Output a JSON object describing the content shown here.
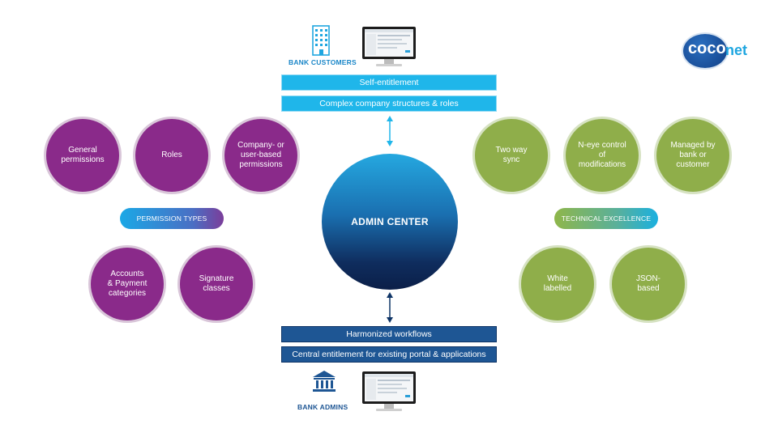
{
  "top": {
    "group_label": "BANK CUSTOMERS",
    "bars": [
      "Self-entitlement",
      "Complex company structures & roles"
    ]
  },
  "bottom": {
    "group_label": "BANK ADMINS",
    "bars": [
      "Harmonized workflows",
      "Central entitlement for existing portal & applications"
    ]
  },
  "center": {
    "label": "ADMIN CENTER"
  },
  "left": {
    "pill": "PERMISSION TYPES",
    "circles_top": [
      "General\npermissions",
      "Roles",
      "Company- or\nuser-based\npermissions"
    ],
    "circles_bottom": [
      "Accounts\n& Payment\ncategories",
      "Signature\nclasses"
    ]
  },
  "right": {
    "pill": "TECHNICAL EXCELLENCE",
    "circles_top": [
      "Two way\nsync",
      "N-eye control\nof\nmodifications",
      "Managed by\nbank or\ncustomer"
    ],
    "circles_bottom": [
      "White\nlabelled",
      "JSON-\nbased"
    ]
  },
  "logo": {
    "part1": "coco",
    "part2": "net"
  },
  "colors": {
    "purple": "#8a2a8a",
    "green": "#8fae4a",
    "light_blue": "#1fb6ea",
    "dark_blue": "#1e5694"
  }
}
